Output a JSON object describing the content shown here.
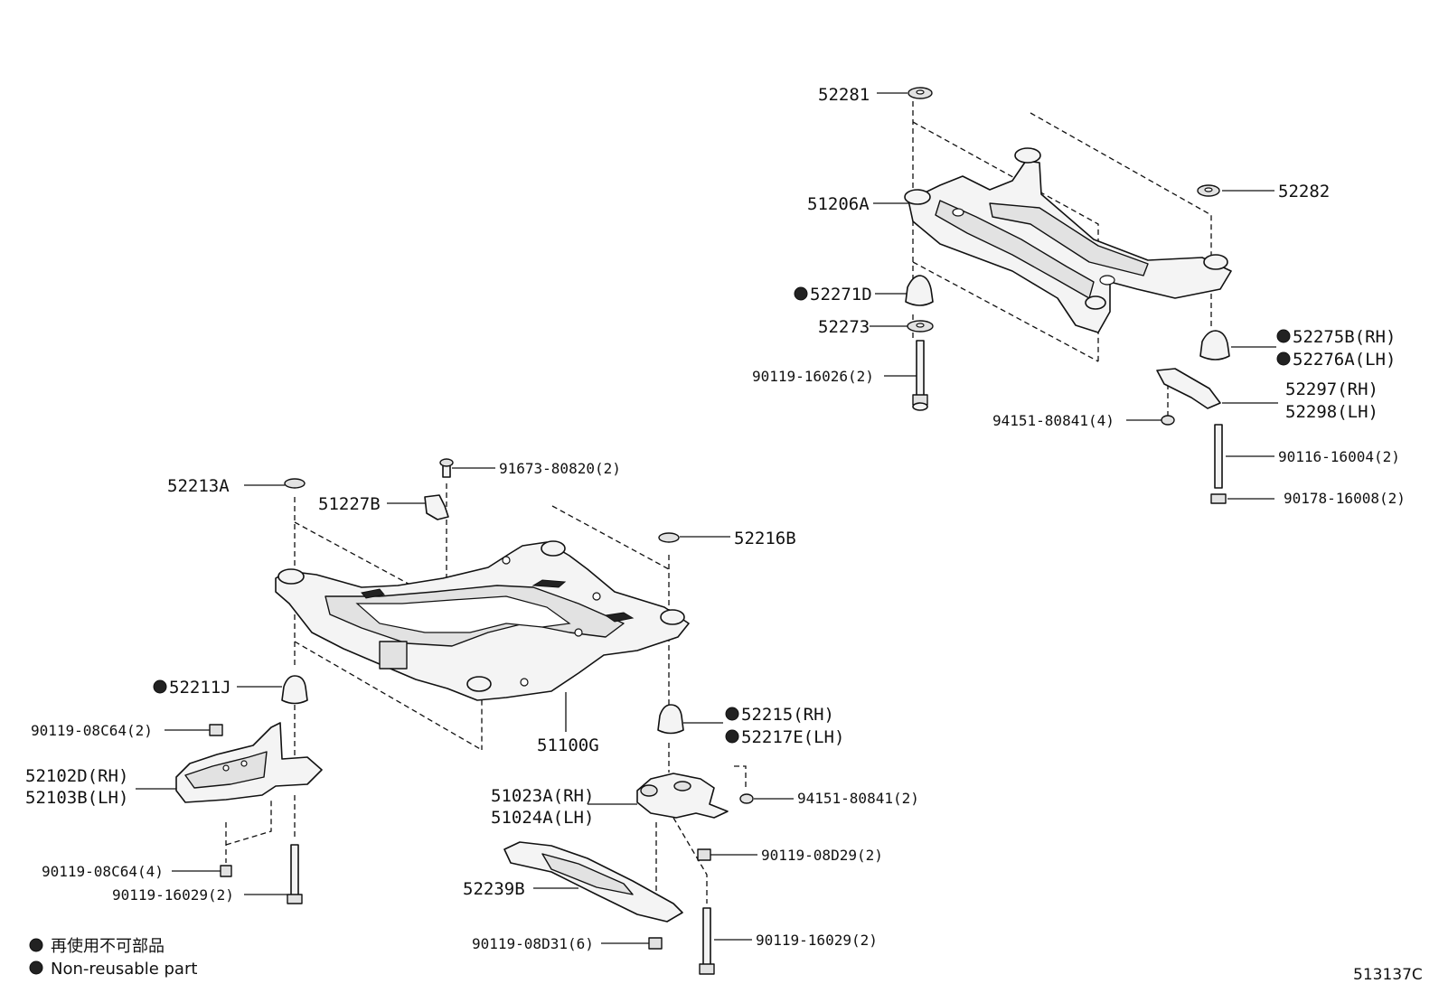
{
  "labels": {
    "p52281": "52281",
    "p52282": "52282",
    "p51206A": "51206A",
    "p52271D": "52271D",
    "p52273": "52273",
    "p90119_16026": "90119-16026(2)",
    "p52275B": "52275B(RH)",
    "p52276A": "52276A(LH)",
    "p52297": "52297(RH)",
    "p52298": "52298(LH)",
    "p94151_80841_4": "94151-80841(4)",
    "p90116_16004": "90116-16004(2)",
    "p90178_16008": "90178-16008(2)",
    "p91673_80820": "91673-80820(2)",
    "p52213A": "52213A",
    "p51227B": "51227B",
    "p52216B": "52216B",
    "p52211J": "52211J",
    "p90119_08C64_2": "90119-08C64(2)",
    "p52102D": "52102D(RH)",
    "p52103B": "52103B(LH)",
    "p90119_08C64_4": "90119-08C64(4)",
    "p90119_16029_a": "90119-16029(2)",
    "p51100G": "51100G",
    "p52215": "52215(RH)",
    "p52217E": "52217E(LH)",
    "p51023A": "51023A(RH)",
    "p51024A": "51024A(LH)",
    "p94151_80841_2": "94151-80841(2)",
    "p90119_08D29": "90119-08D29(2)",
    "p52239B": "52239B",
    "p90119_08D31": "90119-08D31(6)",
    "p90119_16029_b": "90119-16029(2)"
  },
  "legend": {
    "japanese": "再使用不可部品",
    "english": "Non-reusable part"
  },
  "figure_id": "513137C"
}
